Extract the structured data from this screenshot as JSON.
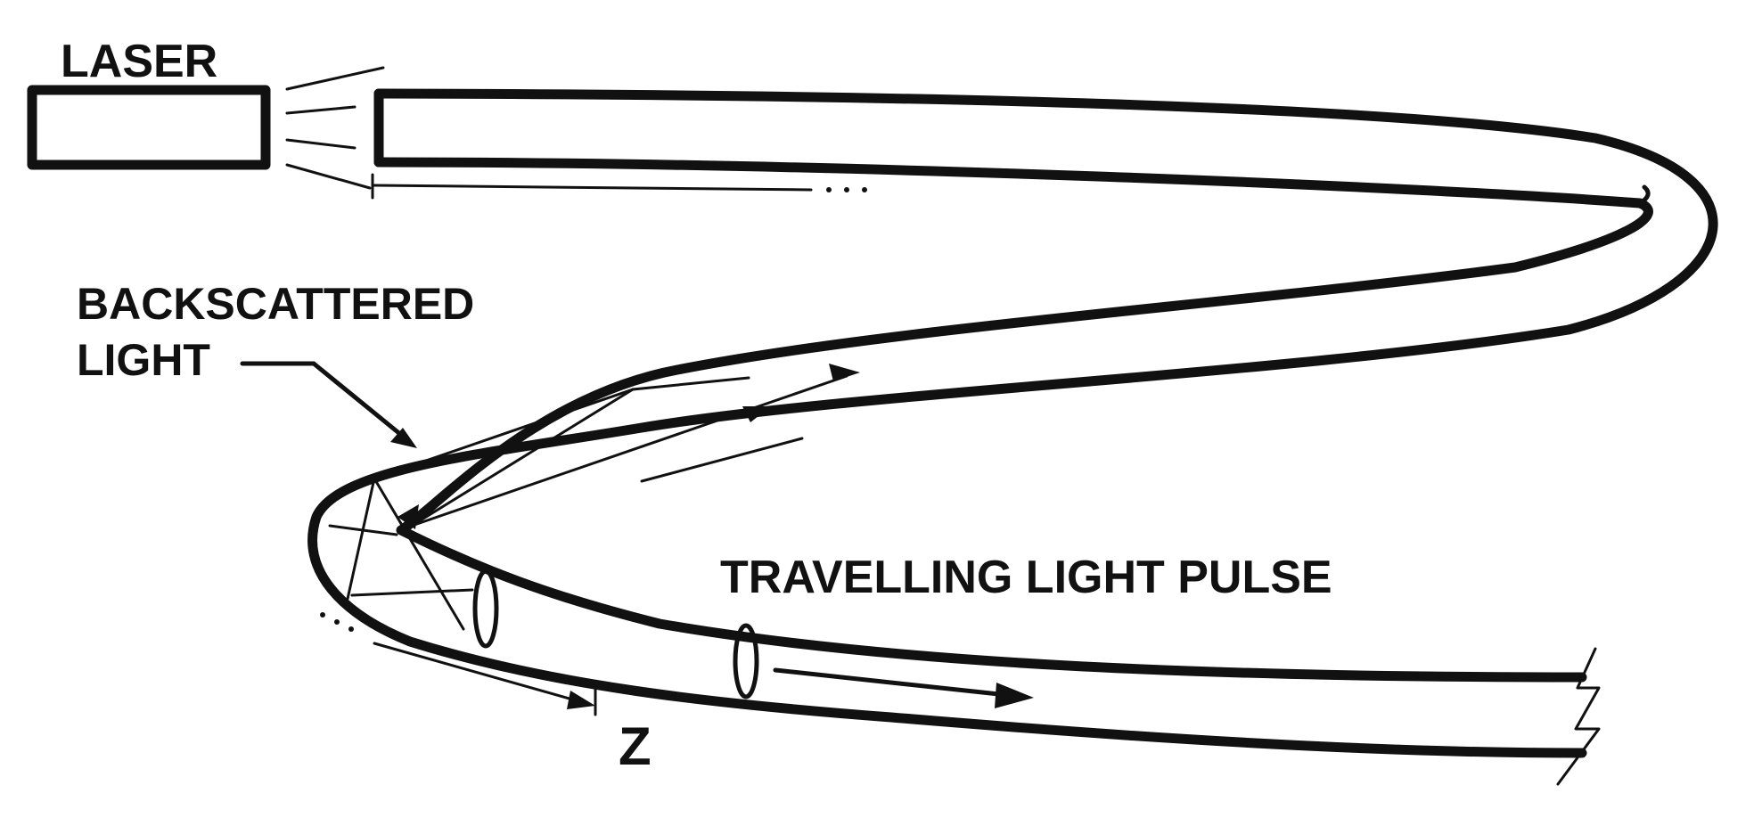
{
  "labels": {
    "laser": "LASER",
    "backscattered_line1": "BACKSCATTERED",
    "backscattered_line2": "LIGHT",
    "travelling_pulse": "TRAVELLING LIGHT PULSE",
    "z_axis": "Z"
  },
  "colors": {
    "ink": "#111111",
    "background": "#ffffff"
  }
}
